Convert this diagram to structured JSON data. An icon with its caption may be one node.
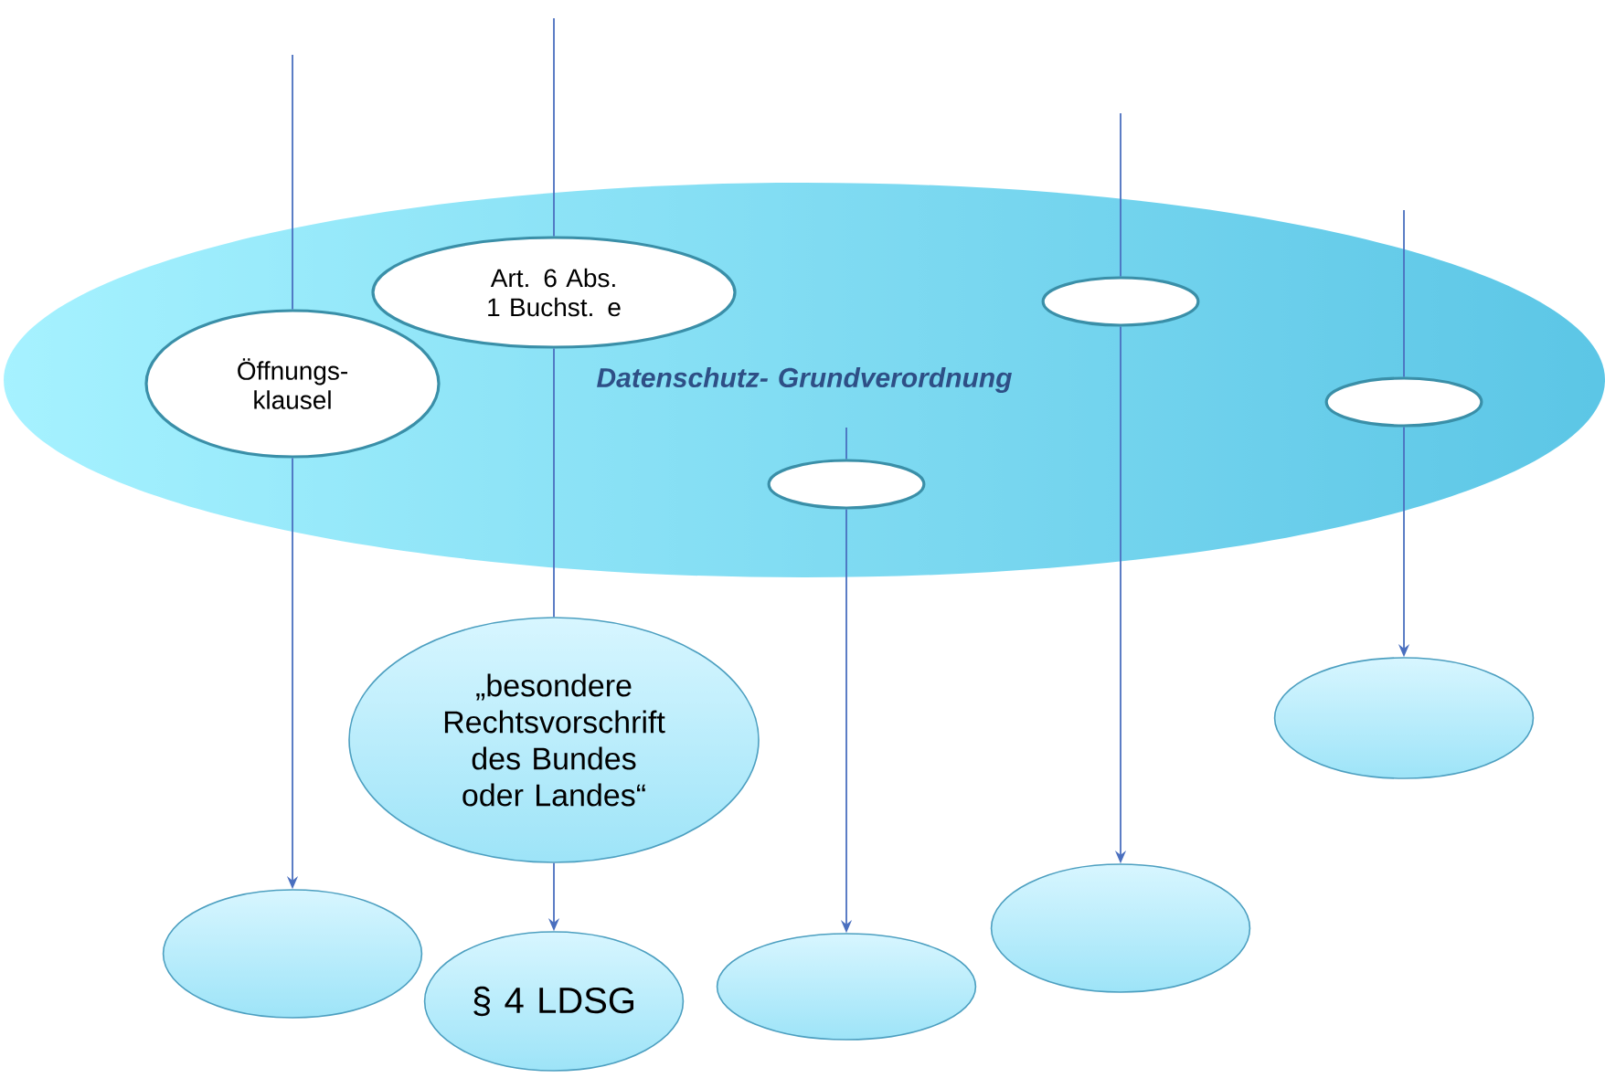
{
  "diagram": {
    "nodes": [
      {
        "text": [
          "Datenschutz- Grundverordnung"
        ]
      },
      {
        "text": [
          "Öffnungs- klausel"
        ],
        "in": 0
      },
      {
        "text": [
          "Art. 6 Abs. 1 Buchst. e"
        ],
        "in": 0
      },
      {
        "text": [],
        "shape": "ellipse",
        "in": 0
      },
      {
        "text": [],
        "shape": "ellipse",
        "in": 0
      },
      {
        "text": [],
        "shape": "ellipse",
        "in": 0
      },
      {
        "text": [
          "„besondere Rechtsvorschrift des Bundes oder Landes“"
        ]
      },
      {
        "text": [],
        "shape": "ellipse"
      },
      {
        "text": [],
        "shape": "ellipse"
      },
      {
        "text": [
          "§ 4 LDSG"
        ]
      },
      {
        "text": [],
        "shape": "ellipse"
      },
      {
        "text": [],
        "shape": "ellipse"
      }
    ],
    "edges": [
      {
        "from": null,
        "to": 1,
        "arrow": "none"
      },
      {
        "from": 1,
        "to": 8,
        "arrow": "to"
      },
      {
        "from": null,
        "to": 2,
        "arrow": "none"
      },
      {
        "from": 2,
        "to": 6,
        "arrow": "none"
      },
      {
        "from": 6,
        "to": 9,
        "arrow": "to"
      },
      {
        "from": null,
        "to": 3,
        "arrow": "none"
      },
      {
        "from": 3,
        "to": 11,
        "arrow": "to"
      },
      {
        "from": null,
        "to": 4,
        "arrow": "none"
      },
      {
        "from": 4,
        "to": 10,
        "arrow": "to"
      },
      {
        "from": null,
        "to": 5,
        "arrow": "none"
      },
      {
        "from": 5,
        "to": 7,
        "arrow": "to"
      }
    ]
  }
}
